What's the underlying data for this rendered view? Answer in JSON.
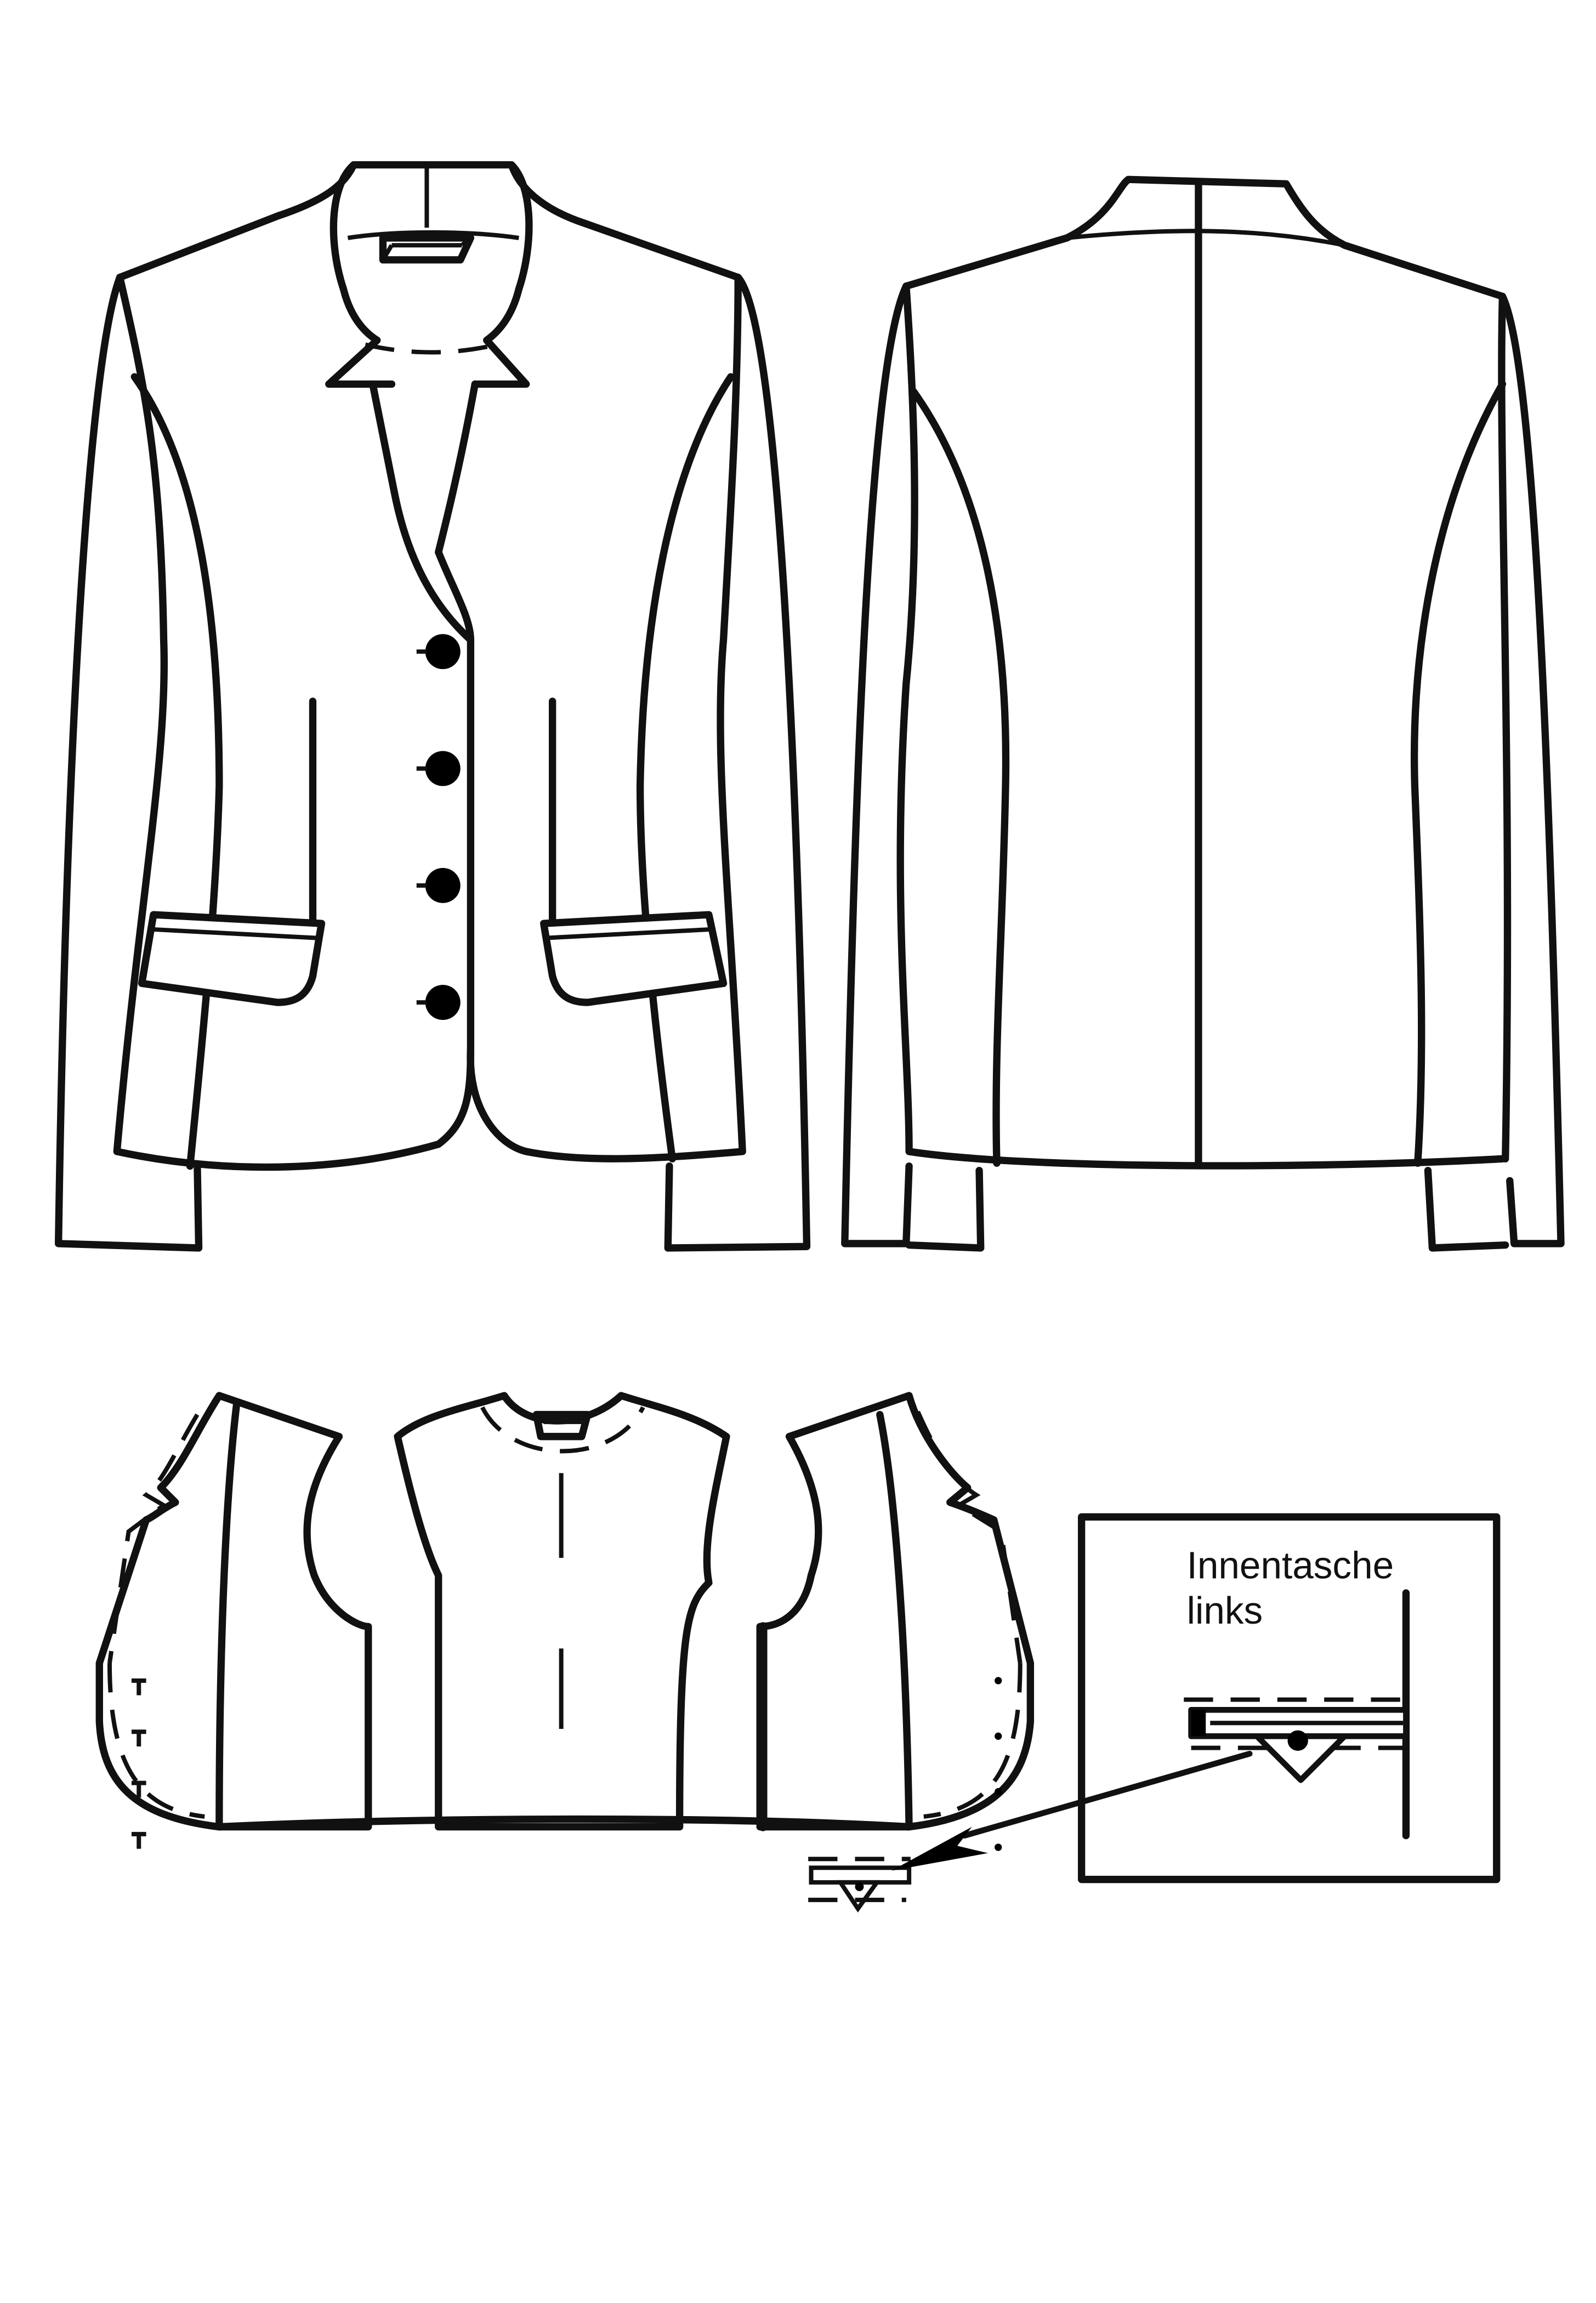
{
  "detail": {
    "line1": "Innentasche",
    "line2": "links"
  },
  "colors": {
    "ink": "#111111",
    "paper": "#ffffff"
  },
  "front_buttons": 4
}
